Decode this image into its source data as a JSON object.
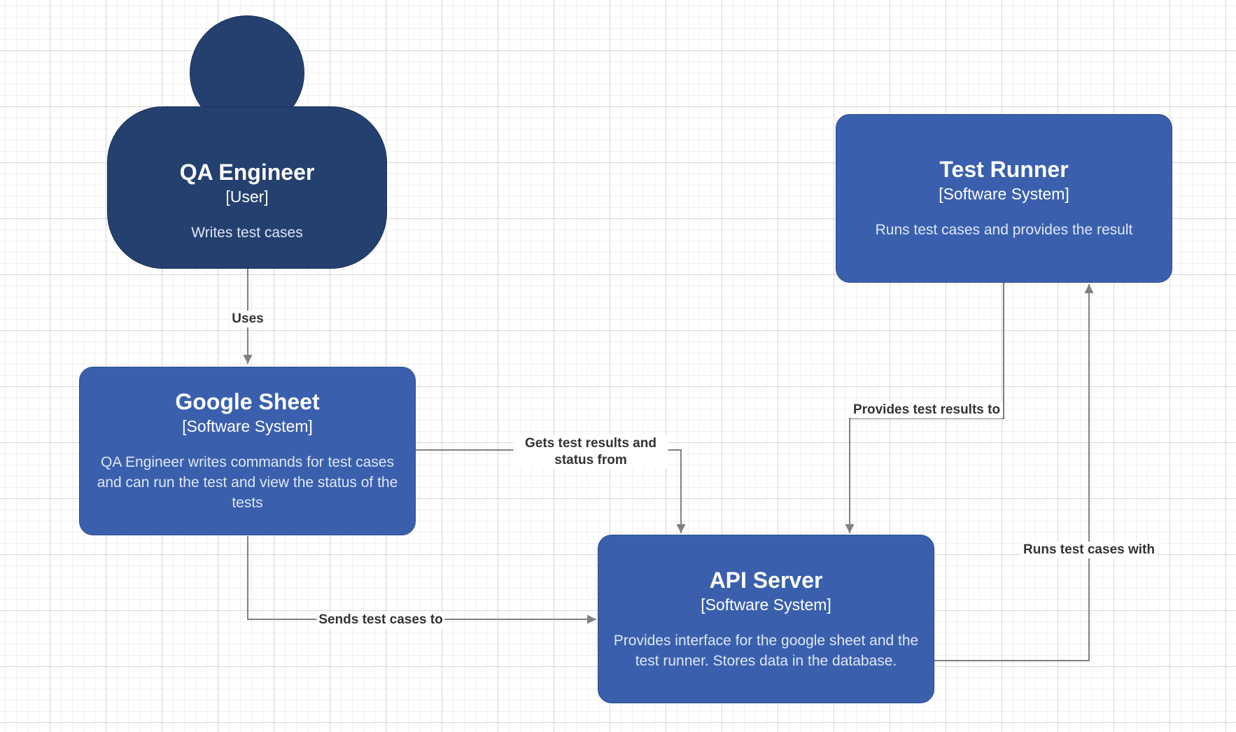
{
  "nodes": {
    "qa_engineer": {
      "title": "QA Engineer",
      "type": "[User]",
      "description": "Writes test cases"
    },
    "test_runner": {
      "title": "Test Runner",
      "type": "[Software System]",
      "description": "Runs test cases and provides the result"
    },
    "google_sheet": {
      "title": "Google Sheet",
      "type": "[Software System]",
      "description": "QA Engineer writes commands for test cases and can run the test and view the status of the tests"
    },
    "api_server": {
      "title": "API Server",
      "type": "[Software System]",
      "description": "Provides interface for the google sheet and the test runner. Stores data in the database."
    }
  },
  "edges": {
    "uses": "Uses",
    "gets_results": "Gets test results and status from",
    "provides_results": "Provides test results to",
    "sends_cases": "Sends test cases to",
    "runs_cases": "Runs test cases with"
  },
  "colors": {
    "person": "#24406f",
    "system": "#3a60ad",
    "connector": "#808080",
    "label_text": "#333333"
  }
}
